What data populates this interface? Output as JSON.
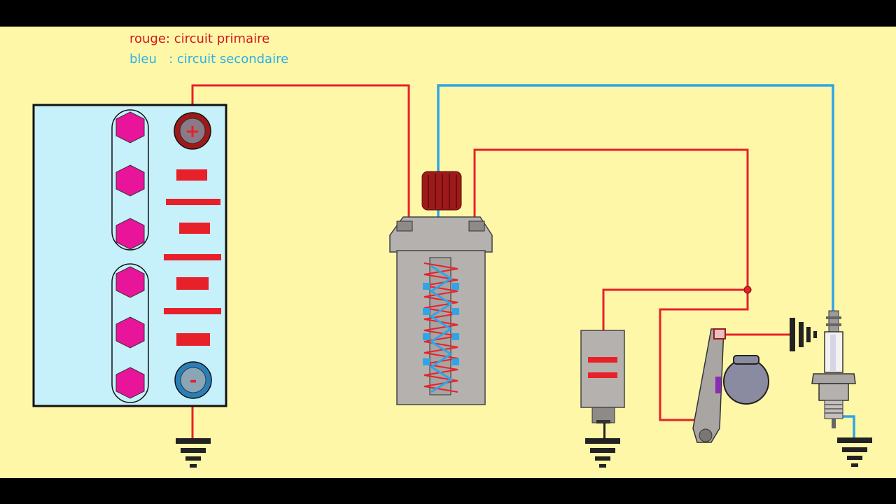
{
  "legend": {
    "primary_text": "rouge: circuit primaire",
    "secondary_text": "bleu   : circuit secondaire"
  },
  "colors": {
    "letterbox": "#000000",
    "background": "#FFF7A8",
    "primary_circuit": "#E8202A",
    "secondary_circuit": "#2FA5E6",
    "primary_text": "#D0181E",
    "secondary_text": "#2BB0E8",
    "battery_case": "#C6F0FA",
    "battery_cell": "#E8149A",
    "coil_body": "#B5B1AE",
    "coil_cap": "#9E1A1A",
    "ground": "#222222"
  },
  "battery": {
    "positive_symbol": "+",
    "negative_symbol": "-",
    "cell_groups": 2,
    "cells_per_group": 3
  },
  "components": [
    "battery-icon",
    "ignition-coil-icon",
    "condenser-icon",
    "breaker-points-icon",
    "distributor-cam-icon",
    "spark-plug-icon",
    "ground-symbol-icon"
  ]
}
